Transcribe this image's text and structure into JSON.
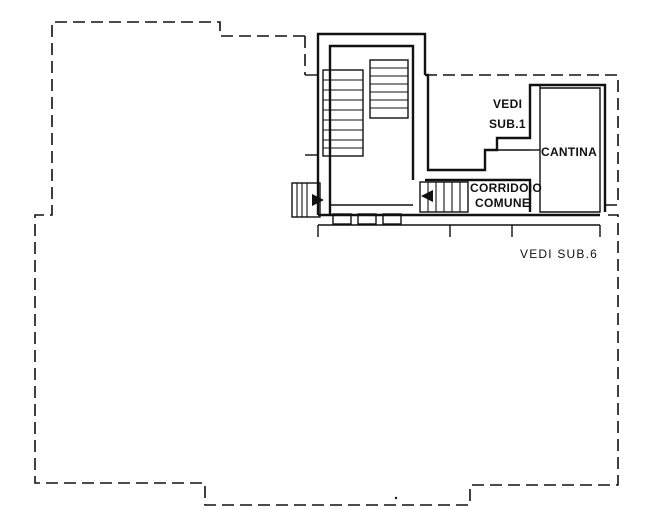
{
  "labels": {
    "vedi_sub1_line1": "VEDI",
    "vedi_sub1_line2": "SUB.1",
    "cantina": "CANTINA",
    "corridoio_line1": "CORRIDOIO",
    "corridoio_line2": "COMUNE",
    "vedi_sub6": "VEDI SUB.6"
  }
}
